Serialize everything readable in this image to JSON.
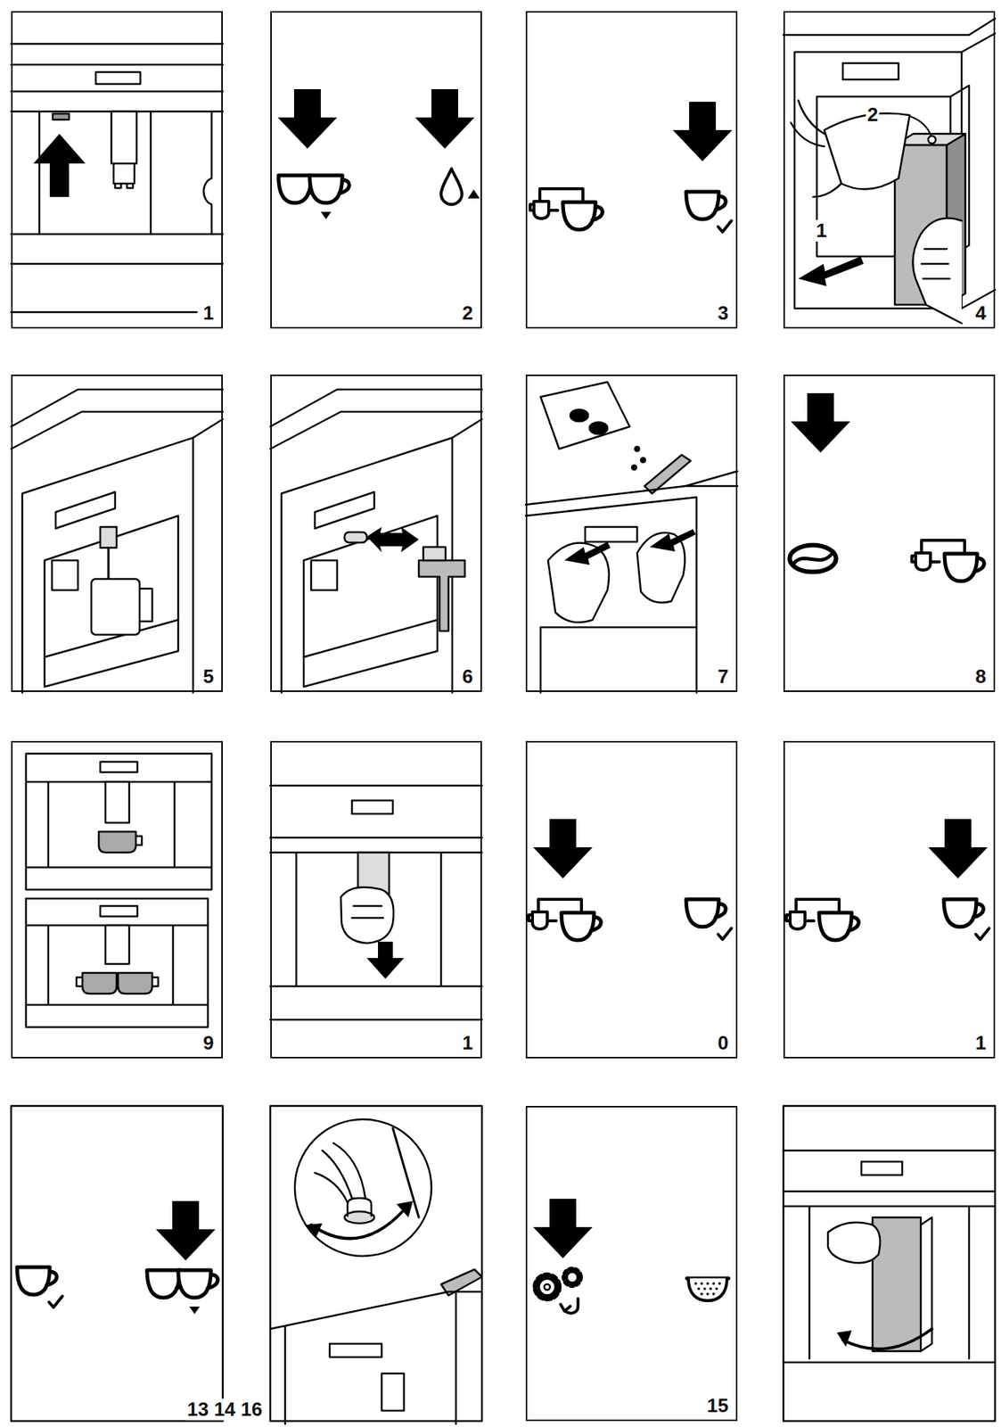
{
  "diagram": {
    "nodes": [
      {
        "text": [
          "1"
        ]
      },
      {
        "text": [
          "2"
        ]
      },
      {
        "text": [
          "3"
        ]
      },
      {
        "text": [
          "4"
        ]
      },
      {
        "text": [
          "5"
        ]
      },
      {
        "text": [
          "6"
        ]
      },
      {
        "text": [
          "7"
        ]
      },
      {
        "text": [
          "8"
        ]
      },
      {
        "text": [
          "9"
        ]
      },
      {
        "text": [
          "1"
        ]
      },
      {
        "text": [
          "0"
        ]
      },
      {
        "text": [
          "1"
        ]
      },
      {
        "text": [
          "15"
        ]
      }
    ],
    "labels": [
      "2",
      "1",
      "13 14 16"
    ]
  }
}
